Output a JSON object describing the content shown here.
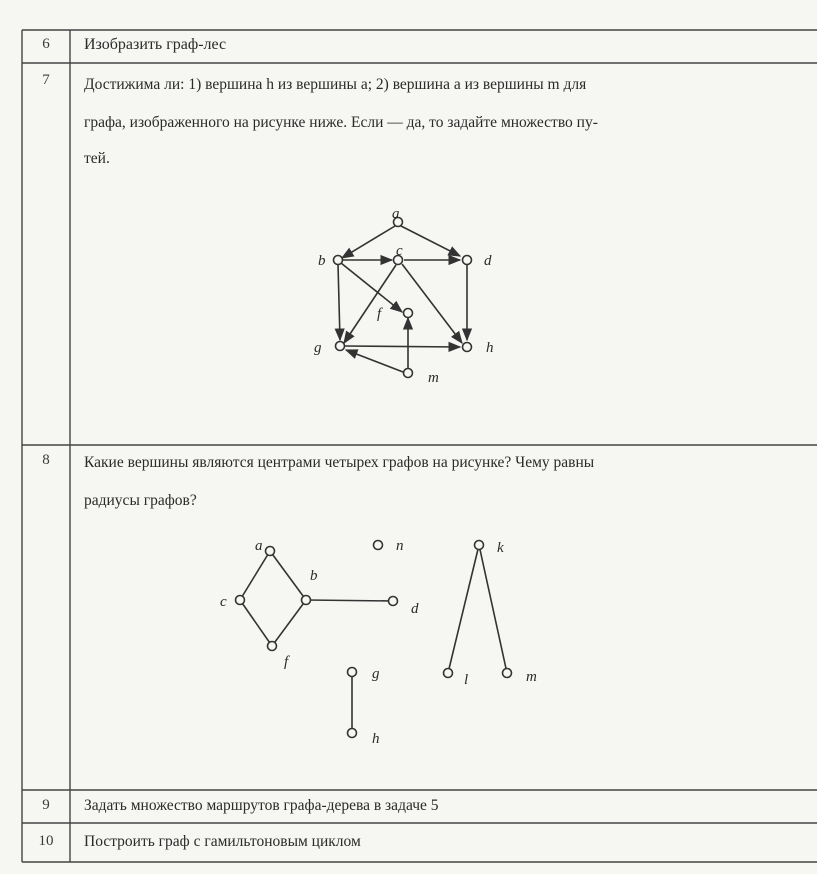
{
  "rows": [
    {
      "num": "6",
      "text": "Изобразить граф-лес"
    },
    {
      "num": "7",
      "lines": [
        "Достижима ли: 1) вершина h из вершины a; 2) вершина a из вершины m для",
        "графа, изображенного на рисунке ниже. Если — да, то задайте множество пу-",
        "тей."
      ]
    },
    {
      "num": "8",
      "lines": [
        "Какие вершины являются центрами четырех графов на рисунке? Чему равны",
        "радиусы графов?"
      ]
    },
    {
      "num": "9",
      "text": "Задать множество маршрутов графа-дерева в задаче 5"
    },
    {
      "num": "10",
      "text": "Построить граф с гамильтоновым циклом"
    }
  ],
  "graph1": {
    "vertices": [
      {
        "id": "a",
        "label": "a"
      },
      {
        "id": "b",
        "label": "b"
      },
      {
        "id": "c",
        "label": "c"
      },
      {
        "id": "d",
        "label": "d"
      },
      {
        "id": "f",
        "label": "f"
      },
      {
        "id": "g",
        "label": "g"
      },
      {
        "id": "h",
        "label": "h"
      },
      {
        "id": "m",
        "label": "m"
      }
    ]
  },
  "graph2": {
    "vertices": [
      {
        "id": "a",
        "label": "a"
      },
      {
        "id": "b",
        "label": "b"
      },
      {
        "id": "c",
        "label": "c"
      },
      {
        "id": "d",
        "label": "d"
      },
      {
        "id": "f",
        "label": "f"
      },
      {
        "id": "n",
        "label": "n"
      },
      {
        "id": "g",
        "label": "g"
      },
      {
        "id": "h",
        "label": "h"
      },
      {
        "id": "k",
        "label": "k"
      },
      {
        "id": "l",
        "label": "l"
      },
      {
        "id": "m",
        "label": "m"
      }
    ]
  }
}
